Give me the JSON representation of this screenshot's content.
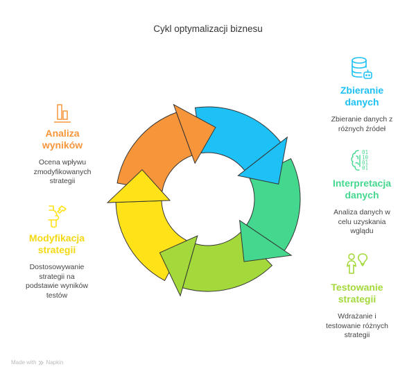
{
  "title": "Cykl optymalizacji biznesu",
  "steps": [
    {
      "id": "zbieranie",
      "title": "Zbieranie danych",
      "title_lines": [
        "Zbieranie",
        "danych"
      ],
      "description": "Zbieranie danych z różnych źródeł",
      "desc_lines": [
        "Zbieranie danych z",
        "różnych źródeł"
      ],
      "color": "#1EC1F5",
      "icon": "database-robot-icon"
    },
    {
      "id": "interpretacja",
      "title": "Interpretacja danych",
      "title_lines": [
        "Interpretacja",
        "danych"
      ],
      "description": "Analiza danych w celu uzyskania wglądu",
      "desc_lines": [
        "Analiza danych w",
        "celu uzyskania",
        "wglądu"
      ],
      "color": "#44D88E",
      "icon": "brain-binary-icon"
    },
    {
      "id": "testowanie",
      "title": "Testowanie strategii",
      "title_lines": [
        "Testowanie",
        "strategii"
      ],
      "description": "Wdrażanie i testowanie różnych strategii",
      "desc_lines": [
        "Wdrażanie i",
        "testowanie różnych",
        "strategii"
      ],
      "color": "#A3D93A",
      "icon": "person-idea-icon"
    },
    {
      "id": "modyfikacja",
      "title": "Modyfikacja strategii",
      "title_lines": [
        "Modyfikacja",
        "strategii"
      ],
      "description": "Dostosowywanie strategii na podstawie wyników testów",
      "desc_lines": [
        "Dostosowywanie",
        "strategii na",
        "podstawie wyników",
        "testów"
      ],
      "color": "#FFE218",
      "icon": "tools-icon"
    },
    {
      "id": "analiza",
      "title": "Analiza wyników",
      "title_lines": [
        "Analiza",
        "wyników"
      ],
      "description": "Ocena wpływu zmodyfikowanych strategii",
      "desc_lines": [
        "Ocena wpływu",
        "zmodyfikowanych",
        "strategii"
      ],
      "color": "#F7953A",
      "icon": "bar-chart-icon"
    }
  ],
  "footer": {
    "made_with": "Made with",
    "brand": "Napkin"
  }
}
